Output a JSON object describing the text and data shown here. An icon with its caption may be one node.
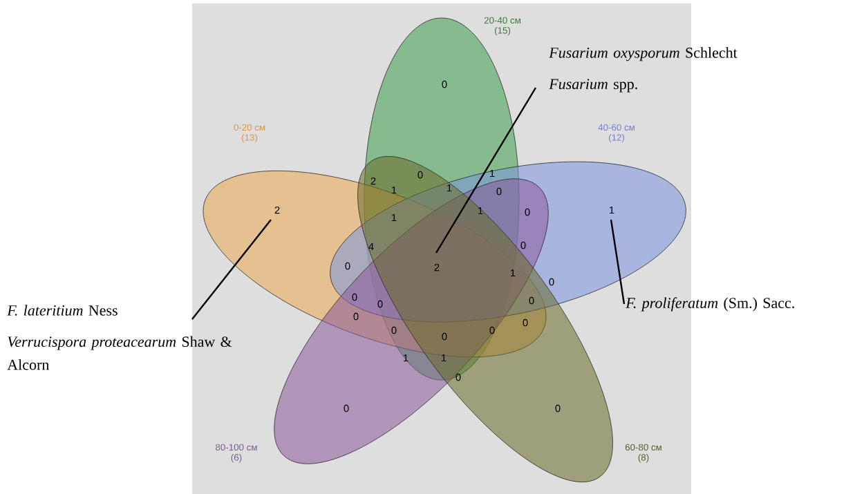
{
  "diagram": {
    "nodes": [
      {
        "text": [
          "20-40 см",
          "(15)"
        ]
      },
      {
        "text": [
          "*Fusarium oxysporum* Schlecht",
          "*Fusarium* spp."
        ]
      },
      {
        "text": [
          "0-20 см",
          "(13)"
        ]
      },
      {
        "text": [
          "40-60 см",
          "(12)"
        ]
      },
      {
        "text": [
          "*F. lateritium* Ness",
          "*Verrucispora proteacearum* Shaw & Alcorn"
        ]
      },
      {
        "text": [
          "*F. proliferatum* (Sm.) Sacc."
        ]
      },
      {
        "text": [
          "80-100 см",
          "(6)"
        ]
      },
      {
        "text": [
          "60-80 см",
          "(8)"
        ]
      }
    ],
    "edges": [
      {
        "from": 1,
        "to": 0,
        "arrow": "none"
      },
      {
        "from": 4,
        "to": 2,
        "arrow": "none"
      },
      {
        "from": 5,
        "to": 3,
        "arrow": "none"
      }
    ],
    "labels": [
      "0",
      "1",
      "0",
      "2",
      "1",
      "1",
      "0",
      "2",
      "1",
      "1",
      "0",
      "1",
      "0",
      "4",
      "0",
      "2",
      "1",
      "0",
      "0",
      "0",
      "0",
      "0",
      "0",
      "0",
      "0",
      "0",
      "1",
      "1",
      "0",
      "0",
      "0"
    ]
  }
}
